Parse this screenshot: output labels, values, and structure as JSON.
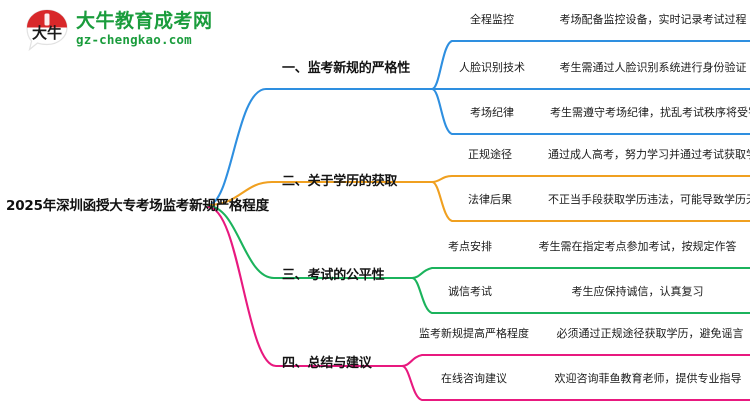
{
  "logo": {
    "mark_text": "大牛",
    "name_cn": "大牛教育成考网",
    "name_en": "gz-chengkao.com",
    "brand_green": "#1a9c3c",
    "brand_red": "#d8282a"
  },
  "mindmap": {
    "root": {
      "label": "2025年深圳函授大专考场监考新规严格程度"
    },
    "branches": [
      {
        "index": "1",
        "label": "一、监考新规的严格性",
        "color": "#2e8fe0",
        "leaves": [
          {
            "key": "全程监控",
            "value": "考场配备监控设备，实时记录考试过程"
          },
          {
            "key": "人脸识别技术",
            "value": "考生需通过人脸识别系统进行身份验证"
          },
          {
            "key": "考场纪律",
            "value": "考生需遵守考场纪律，扰乱考试秩序将受罚"
          }
        ]
      },
      {
        "index": "2",
        "label": "二、关于学历的获取",
        "color": "#f0a020",
        "leaves": [
          {
            "key": "正规途径",
            "value": "通过成人高考，努力学习并通过考试获取学历"
          },
          {
            "key": "法律后果",
            "value": "不正当手段获取学历违法，可能导致学历无效"
          }
        ]
      },
      {
        "index": "3",
        "label": "三、考试的公平性",
        "color": "#1bb35c",
        "leaves": [
          {
            "key": "考点安排",
            "value": "考生需在指定考点参加考试，按规定作答"
          },
          {
            "key": "诚信考试",
            "value": "考生应保持诚信，认真复习"
          }
        ]
      },
      {
        "index": "4",
        "label": "四、总结与建议",
        "color": "#e8197f",
        "leaves": [
          {
            "key": "监考新规提高严格程度",
            "value": "必须通过正规途径获取学历，避免谣言"
          },
          {
            "key": "在线咨询建议",
            "value": "欢迎咨询菲鱼教育老师，提供专业指导"
          }
        ]
      }
    ]
  }
}
